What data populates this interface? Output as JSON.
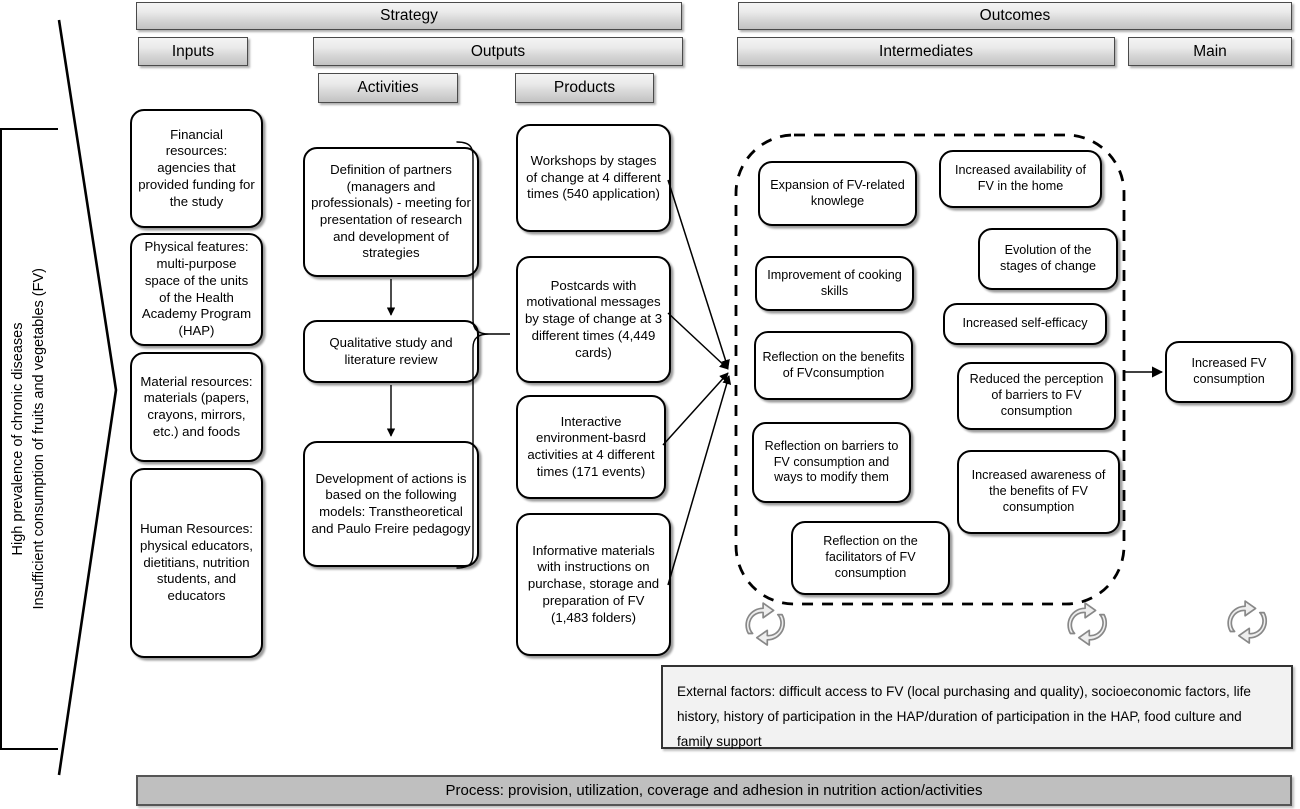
{
  "headers": {
    "strategy": "Strategy",
    "outcomes": "Outcomes",
    "inputs": "Inputs",
    "outputs": "Outputs",
    "intermediates": "Intermediates",
    "main": "Main",
    "activities": "Activities",
    "products": "Products"
  },
  "context": {
    "line1": "High prevalence of chronic diseases",
    "line2": "Insufficient consumption of fruits and vegetables (FV)",
    "combined": "High prevalence of chronic diseases\nInsufficient consumption of fruits and vegetables (FV)"
  },
  "inputs": [
    {
      "text": "Financial resources: agencies that provided funding for the study"
    },
    {
      "text": "Physical features: multi-purpose space of the units of the Health Academy Program (HAP)"
    },
    {
      "text": "Material resources: materials (papers, crayons, mirrors, etc.) and foods"
    },
    {
      "text": "Human Resources: physical educators, dietitians, nutrition students, and educators"
    }
  ],
  "activities": [
    {
      "text": "Definition of partners (managers and professionals) - meeting for presentation of research and development of strategies"
    },
    {
      "text": "Qualitative study and literature review"
    },
    {
      "text": "Development of actions is based on the following models: Transtheoretical and Paulo Freire pedagogy"
    }
  ],
  "products": [
    {
      "text": "Workshops by stages of change at 4 different times (540 application)"
    },
    {
      "text": "Postcards with motivational messages by stage of change at 3 different times (4,449 cards)"
    },
    {
      "text": "Interactive environment-basrd activities at 4 different times (171 events)"
    },
    {
      "text": "Informative materials with instructions on purchase, storage and preparation of FV (1,483 folders)"
    }
  ],
  "intermediates_left": [
    {
      "text": "Expansion of FV-related knowlege"
    },
    {
      "text": "Improvement of cooking skills"
    },
    {
      "text": "Reflection on the benefits of FVconsumption"
    },
    {
      "text": "Reflection on barriers to FV consumption and ways to modify them"
    },
    {
      "text": "Reflection on the facilitators of FV consumption"
    }
  ],
  "intermediates_right": [
    {
      "text": "Increased availability of FV in the home"
    },
    {
      "text": "Evolution of the stages of change"
    },
    {
      "text": "Increased self-efficacy"
    },
    {
      "text": "Reduced the perception of barriers to FV consumption"
    },
    {
      "text": "Increased awareness of the benefits of FV consumption"
    }
  ],
  "main_outcome": {
    "text": "Increased FV consumption"
  },
  "external_factors": {
    "text": "External factors: difficult access to FV (local purchasing and quality), socioeconomic factors, life history, history of participation in the HAP/duration of participation in the HAP, food culture and family support"
  },
  "process_bar": {
    "text": "Process: provision, utilization, coverage and adhesion in nutrition action/activities"
  },
  "icons": {
    "recycle": "recycle-arrows-icon",
    "brace": "curly-brace",
    "dashed_group": "dashed-rounded-container"
  },
  "colors": {
    "bar_top": "#f4f4f4",
    "bar_bottom": "#c2c2c2",
    "bar_border": "#4a4a4a",
    "node_border": "#000000",
    "node_fill": "#ffffff",
    "ext_fill": "#f2f2f2",
    "proc_fill": "#bfbfbf"
  }
}
